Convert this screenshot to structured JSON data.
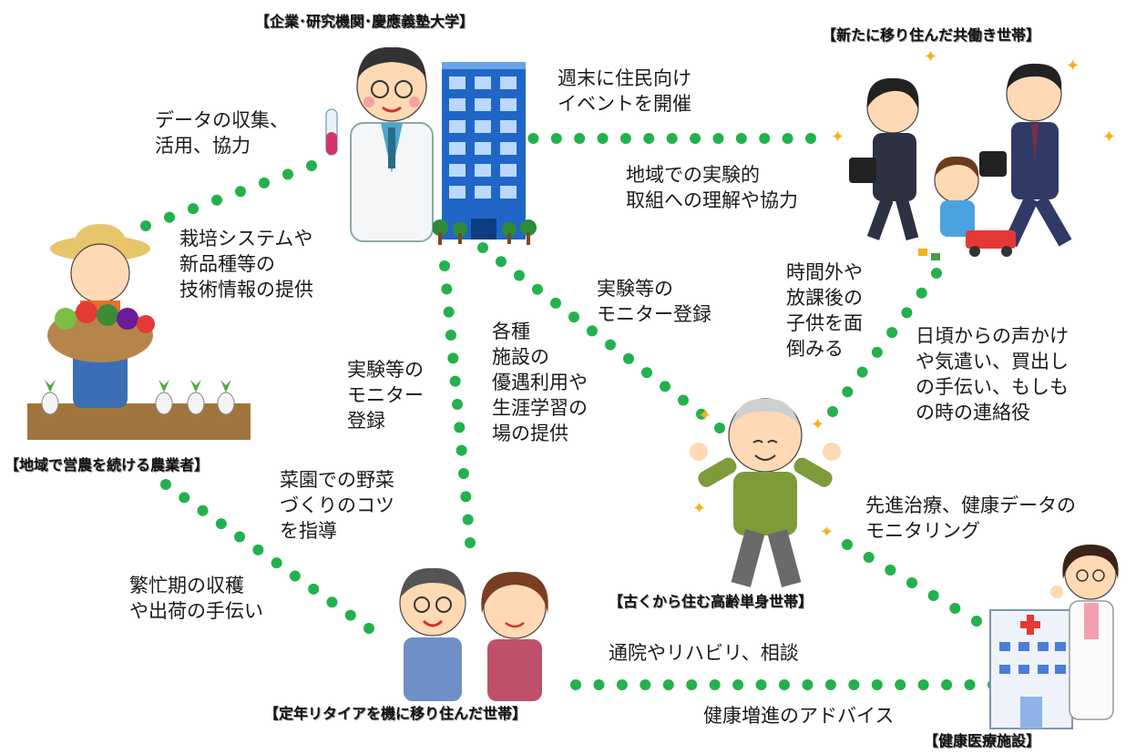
{
  "actors": {
    "company": "【企業･研究機関･慶應義塾大学】",
    "family": "【新たに移り住んだ共働き世帯】",
    "farmer": "【地域で営農を続ける農業者】",
    "elderly": "【古くから住む高齢単身世帯】",
    "retirees": "【定年リタイアを機に移り住んだ世帯】",
    "medical": "【健康医療施設】"
  },
  "relations": {
    "company_to_family": "週末に住民向け\nイベントを開催",
    "family_to_company": "地域での実験的\n取組への理解や協力",
    "farmer_to_company": "データの収集、\n活用、協力",
    "company_to_farmer": "栽培システムや\n新品種等の\n技術情報の提供",
    "retirees_to_company": "実験等の\nモニター\n登録",
    "company_to_retirees": "各種\n施設の\n優遇利用や\n生涯学習の\n場の提供",
    "elderly_to_company": "実験等の\nモニター登録",
    "elderly_to_family": "時間外や\n放課後の\n子供を面\n倒みる",
    "family_to_elderly": "日頃からの声かけ\nや気遣い、買出し\nの手伝い、もしも\nの時の連絡役",
    "retirees_to_farmer_1": "菜園での野菜\nづくりのコツ\nを指導",
    "retirees_to_farmer_2": "繁忙期の収穫\nや出荷の手伝い",
    "medical_to_elderly": "先進治療、健康データの\nモニタリング",
    "retirees_to_medical": "通院やリハビリ、相談",
    "medical_to_retirees": "健康増進のアドバイス"
  },
  "colors": {
    "link_dot": "#22b14c",
    "building": "#1f66c7",
    "title_shadow": "#9a9a9a"
  }
}
